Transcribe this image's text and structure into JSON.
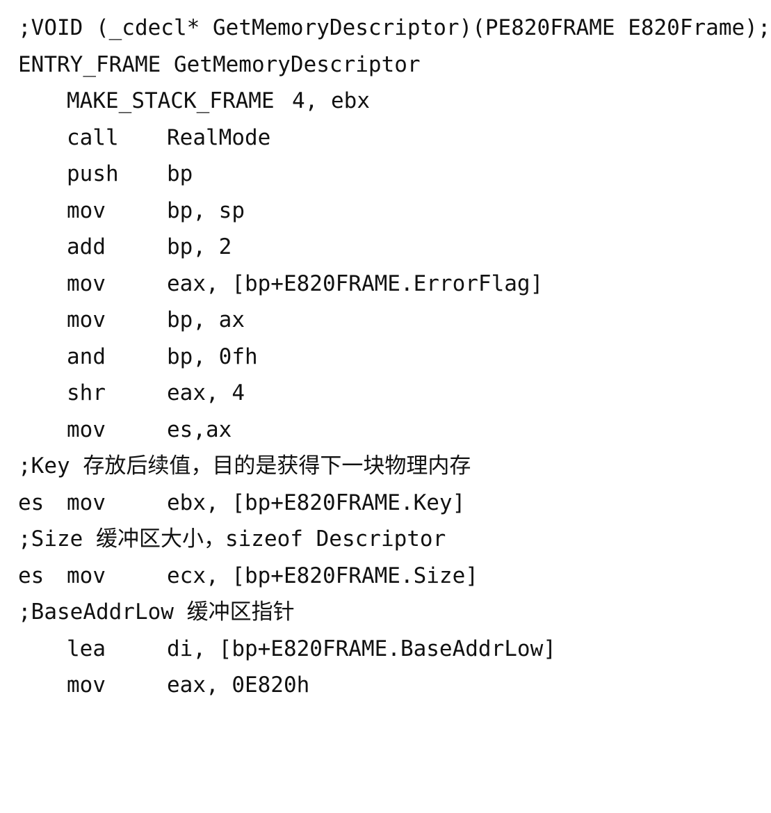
{
  "code": {
    "lines": [
      {
        "text": ";VOID (_cdecl* GetMemoryDescriptor)(PE820FRAME E820Frame);"
      },
      {
        "text": "ENTRY_FRAME GetMemoryDescriptor"
      },
      {
        "op": "MAKE_STACK_FRAME",
        "args": "4, ebx"
      },
      {
        "op": "call",
        "args": "RealMode"
      },
      {
        "op": "push",
        "args": "bp"
      },
      {
        "op": "mov",
        "args": "bp, sp"
      },
      {
        "op": "add",
        "args": "bp, 2"
      },
      {
        "op": "mov",
        "args": "eax, [bp+E820FRAME.ErrorFlag]"
      },
      {
        "op": "mov",
        "args": "bp, ax"
      },
      {
        "op": "and",
        "args": "bp, 0fh"
      },
      {
        "op": "shr",
        "args": "eax, 4"
      },
      {
        "op": "mov",
        "args": "es,ax"
      },
      {
        "text": ";Key 存放后续值，目的是获得下一块物理内存"
      },
      {
        "prefix": "es",
        "op": "mov",
        "args": "ebx, [bp+E820FRAME.Key]"
      },
      {
        "text": ";Size 缓冲区大小，sizeof Descriptor"
      },
      {
        "prefix": "es",
        "op": "mov",
        "args": "ecx, [bp+E820FRAME.Size]"
      },
      {
        "text": ";BaseAddrLow 缓冲区指针"
      },
      {
        "op": "lea",
        "args": "di, [bp+E820FRAME.BaseAddrLow]"
      },
      {
        "op": "mov",
        "args": "eax, 0E820h"
      }
    ]
  }
}
